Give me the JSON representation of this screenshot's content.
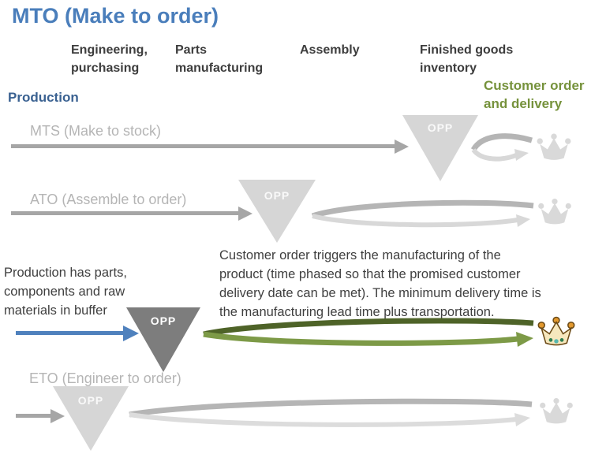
{
  "title": "MTO (Make to order)",
  "columns": [
    "Engineering,\npurchasing",
    "Parts\nmanufacturing",
    "Assembly",
    "Finished goods\ninventory"
  ],
  "customer_label": "Customer order\nand delivery",
  "production_label": "Production",
  "opp_label": "OPP",
  "rows": {
    "mts": {
      "label": "MTS (Make to stock)"
    },
    "ato": {
      "label": "ATO (Assemble to order)"
    },
    "mto": {
      "buffer_note": "Production has parts,\ncomponents and raw\nmaterials in buffer",
      "description": "Customer order triggers the manufacturing of the\nproduct (time phased so that the promised customer\ndelivery date can be met). The minimum delivery time is\nthe manufacturing lead time plus transportation."
    },
    "eto": {
      "label": "ETO (Engineer to order)"
    }
  },
  "colors": {
    "title_blue": "#4a7ebb",
    "production_blue": "#3a6191",
    "customer_green": "#76923c",
    "header_gray": "#3d3d3d",
    "label_gray": "#b5b5b5",
    "triangle_light_gray": "#d6d6d6",
    "triangle_dark_gray": "#7d7d7d",
    "arrow_gray": "#a6a6a6",
    "arrow_blue": "#4f81bd",
    "loop_dark_gray": "#b5b5b5",
    "loop_light_gray": "#d8d8d8",
    "loop_dark_green": "#4e6328",
    "loop_light_green": "#7d9a47"
  }
}
